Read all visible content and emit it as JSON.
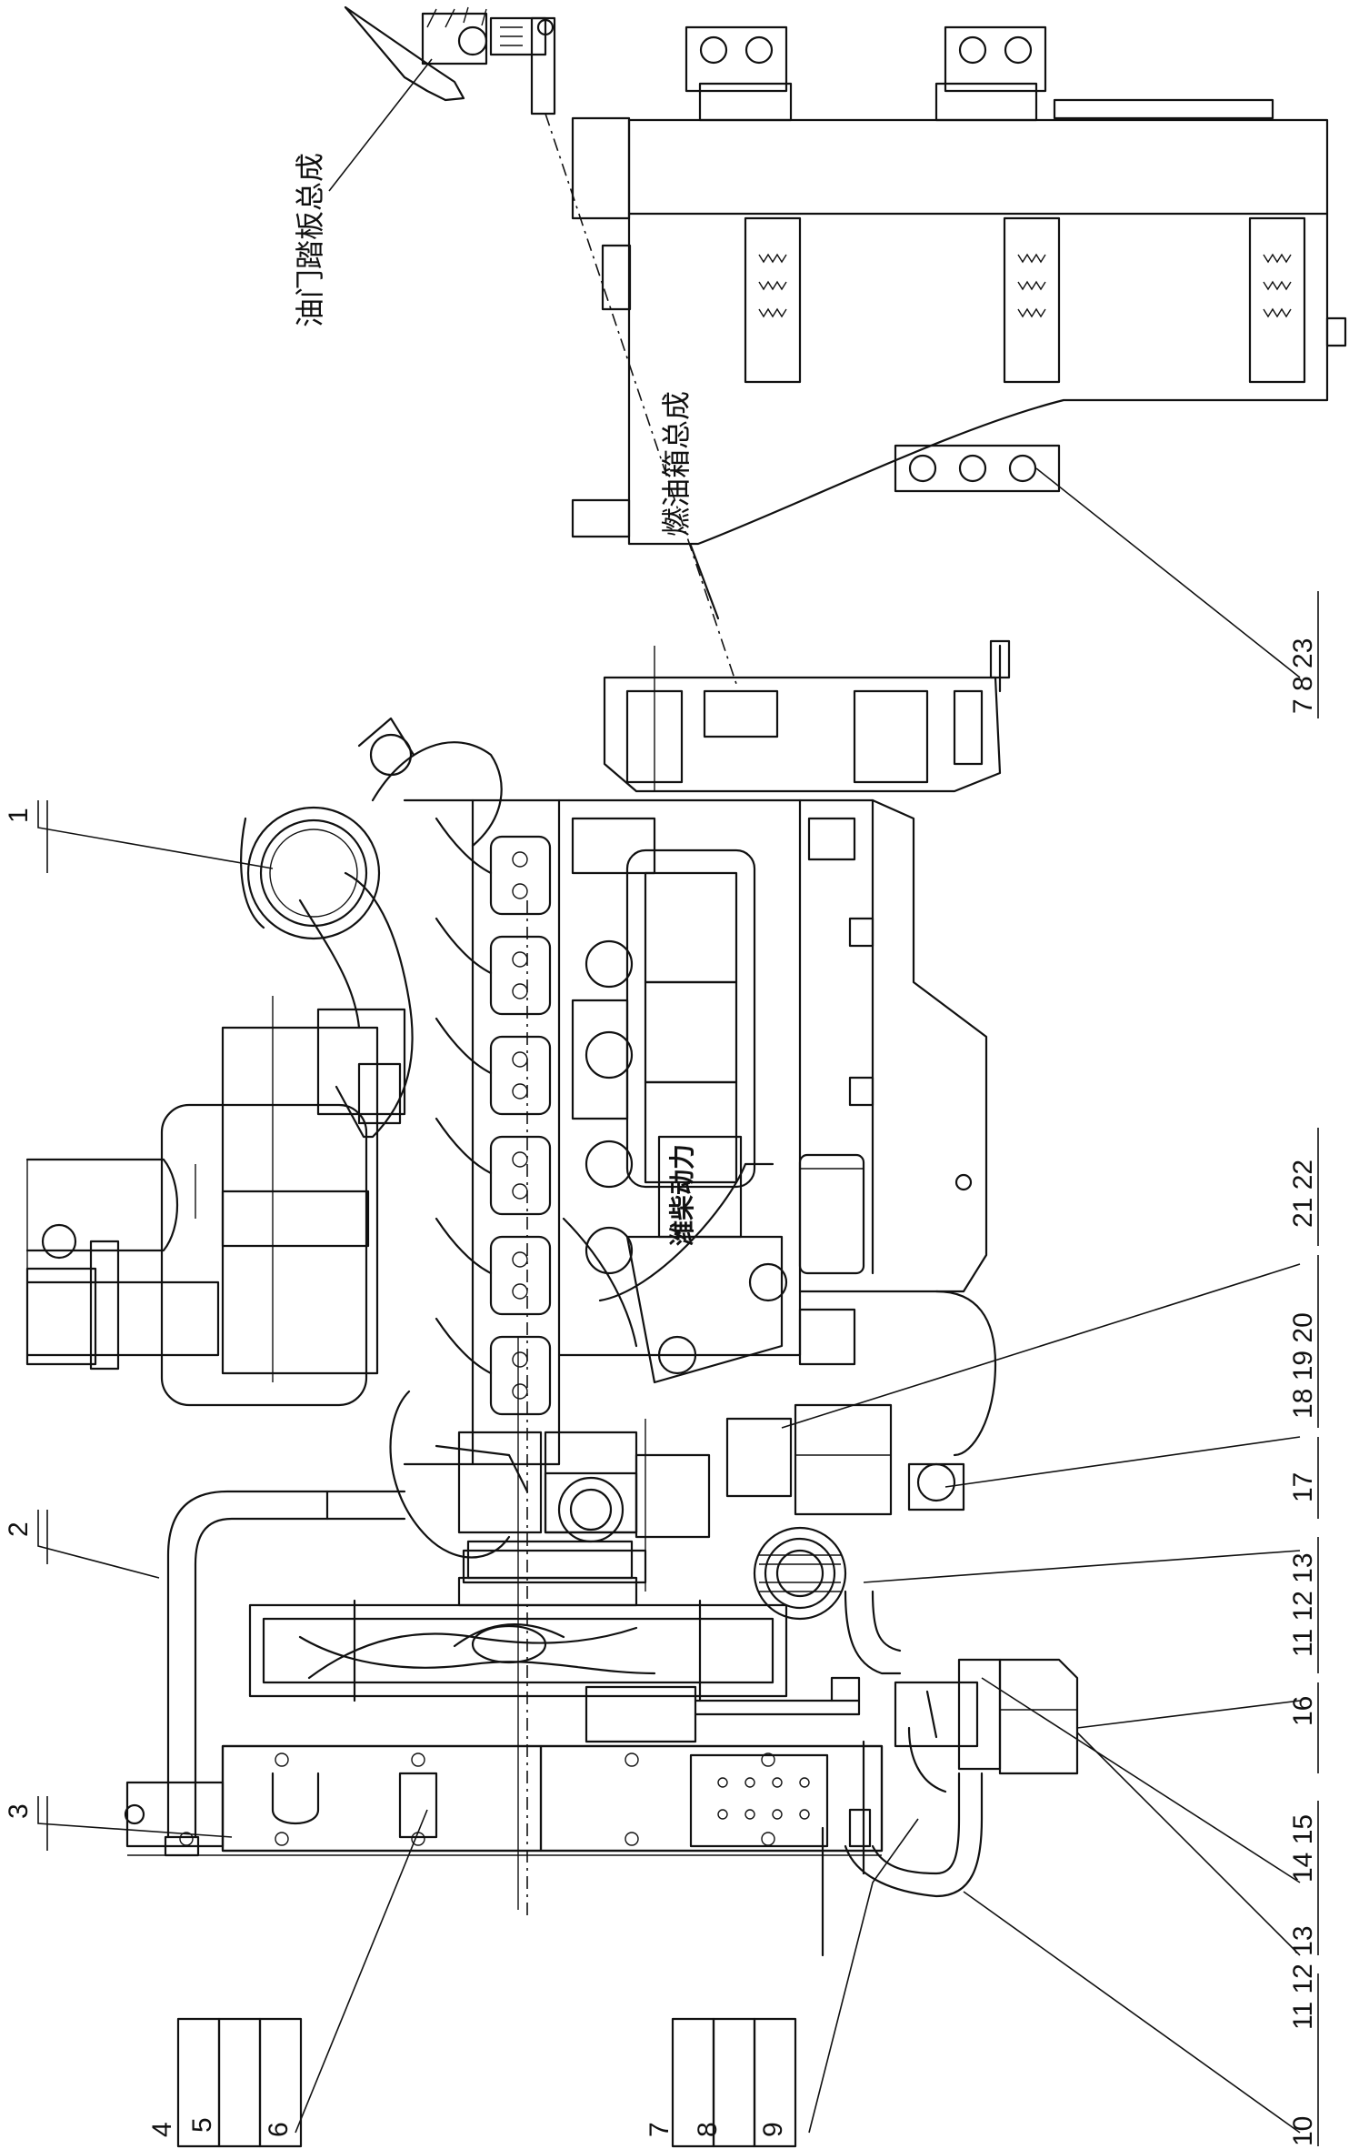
{
  "labels": {
    "throttle_pedal_assembly": "油门踏板总成",
    "fuel_tank_assembly": "燃油箱总成",
    "engine_brand": "潍柴动力"
  },
  "part_numbers": {
    "p1": "1",
    "p2": "2",
    "p3": "3",
    "p4": "4",
    "p5": "5",
    "p6": "6",
    "p7": "7",
    "p8": "8",
    "p9": "9",
    "p10": "10",
    "p11_12_13_top": "11 12 13",
    "p11_12_13_bottom": "11 12 13",
    "p14_15": "14 15",
    "p16": "16",
    "p17": "17",
    "p18_19_20": "18 19 20",
    "p21_22": "21 22",
    "p7_8_23": "7 8 23"
  }
}
